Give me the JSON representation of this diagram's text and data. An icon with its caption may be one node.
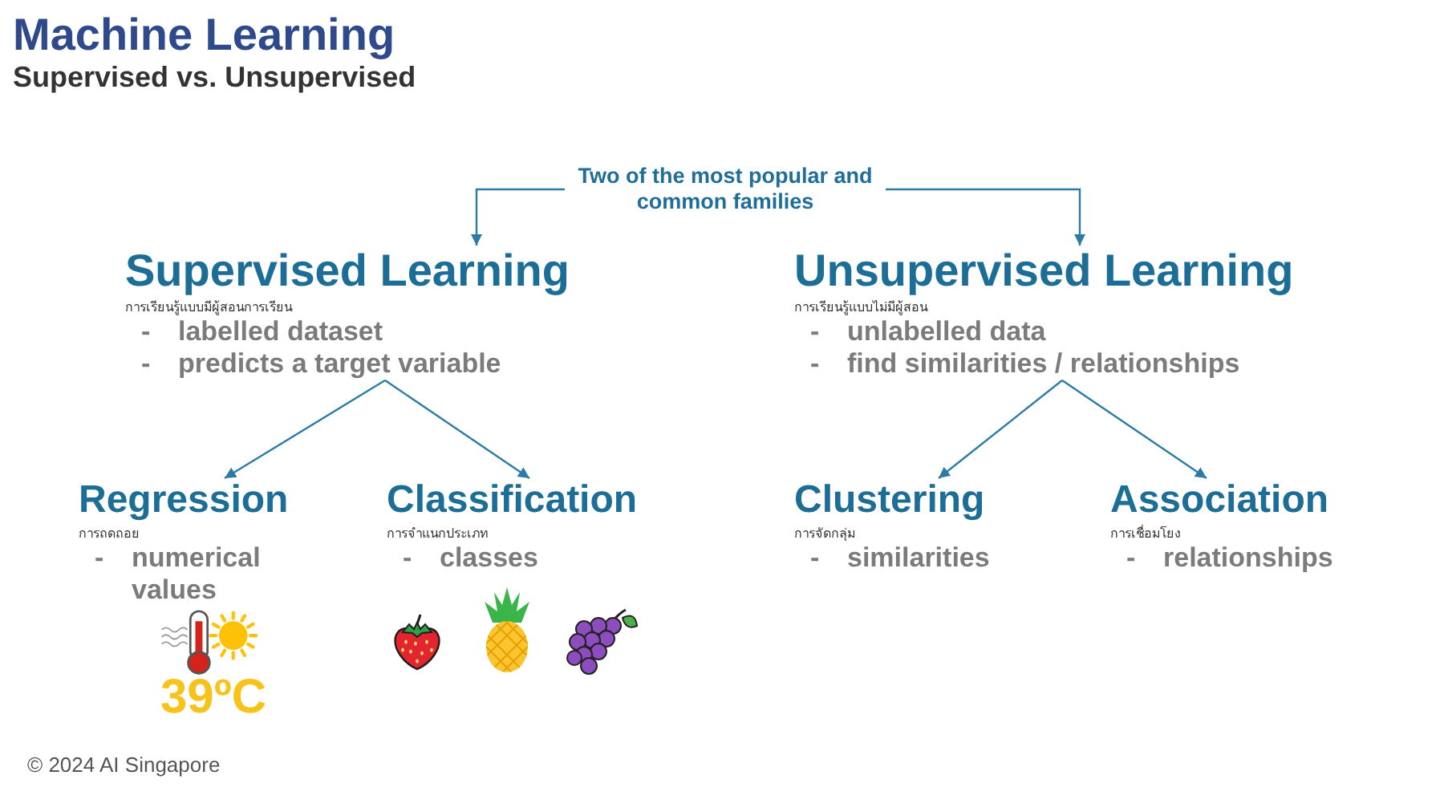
{
  "diagram": {
    "title": "Machine Learning",
    "nodes": [
      {
        "text": [
          "Two of the most popular and common families"
        ]
      },
      {
        "text": [
          "Supervised Learning",
          "การเรียนรู้แบบมีผู้สอนการเรียน",
          "- labelled dataset",
          "- predicts a target variable"
        ]
      },
      {
        "text": [
          "Unsupervised Learning",
          "การเรียนรู้แบบไม่มีผู้สอน",
          "- unlabelled data",
          "- find similarities / relationships"
        ]
      },
      {
        "text": [
          "Regression",
          "การถดถอย",
          "- numerical values"
        ]
      },
      {
        "text": [
          "Classification",
          "การจำแนกประเภท",
          "- classes"
        ]
      },
      {
        "text": [
          "Clustering",
          "การจัดกลุ่ม",
          "- similarities"
        ]
      },
      {
        "text": [
          "Association",
          "การเชื่อมโยง",
          "- relationships"
        ]
      }
    ],
    "edges": [
      {
        "from": 0,
        "to": 1,
        "arrow": "to"
      },
      {
        "from": 0,
        "to": 2,
        "arrow": "to"
      },
      {
        "from": 1,
        "to": 3,
        "arrow": "to"
      },
      {
        "from": 1,
        "to": 4,
        "arrow": "to"
      },
      {
        "from": 2,
        "to": 5,
        "arrow": "to"
      },
      {
        "from": 2,
        "to": 6,
        "arrow": "to"
      }
    ],
    "labels": [
      "Supervised vs. Unsupervised",
      "39ºC",
      "© 2024 AI Singapore"
    ]
  }
}
